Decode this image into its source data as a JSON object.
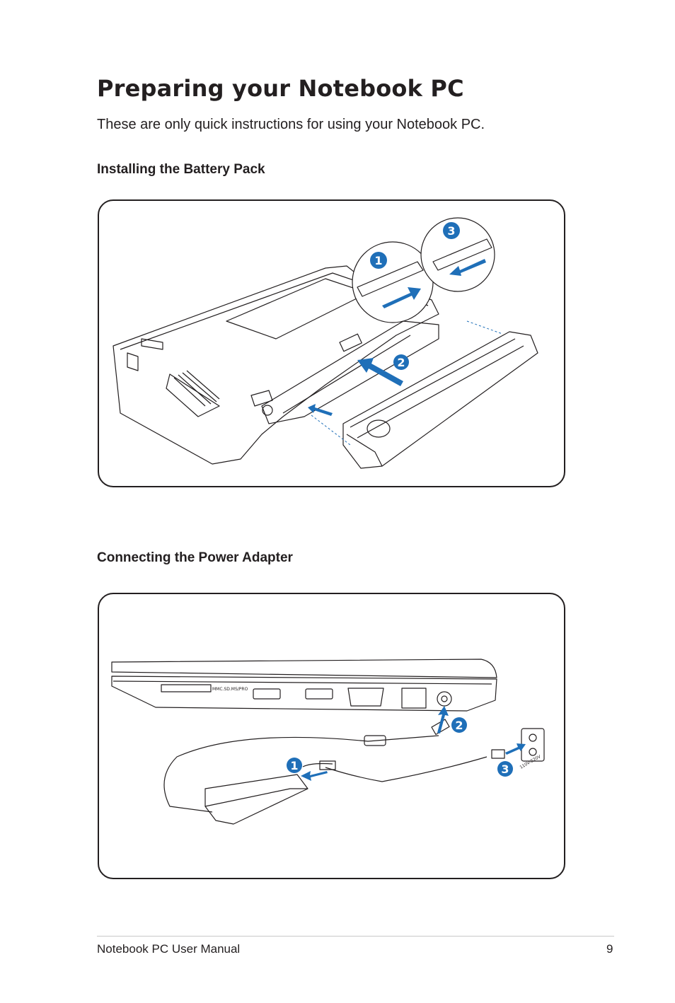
{
  "page": {
    "title": "Preparing your Notebook PC",
    "intro": "These are only quick instructions for using your Notebook PC."
  },
  "sections": [
    {
      "heading": "Installing the Battery Pack",
      "callouts": [
        "1",
        "2",
        "3"
      ]
    },
    {
      "heading": "Connecting the Power Adapter",
      "callouts": [
        "1",
        "2",
        "3"
      ],
      "card_reader_label": "MMC.SD.MS/PRO",
      "voltage_label": "110V-220V"
    }
  ],
  "footer": {
    "manual_title": "Notebook PC User Manual",
    "page_number": "9"
  },
  "colors": {
    "callout_blue": "#1f6fb8",
    "line": "#231f20"
  }
}
